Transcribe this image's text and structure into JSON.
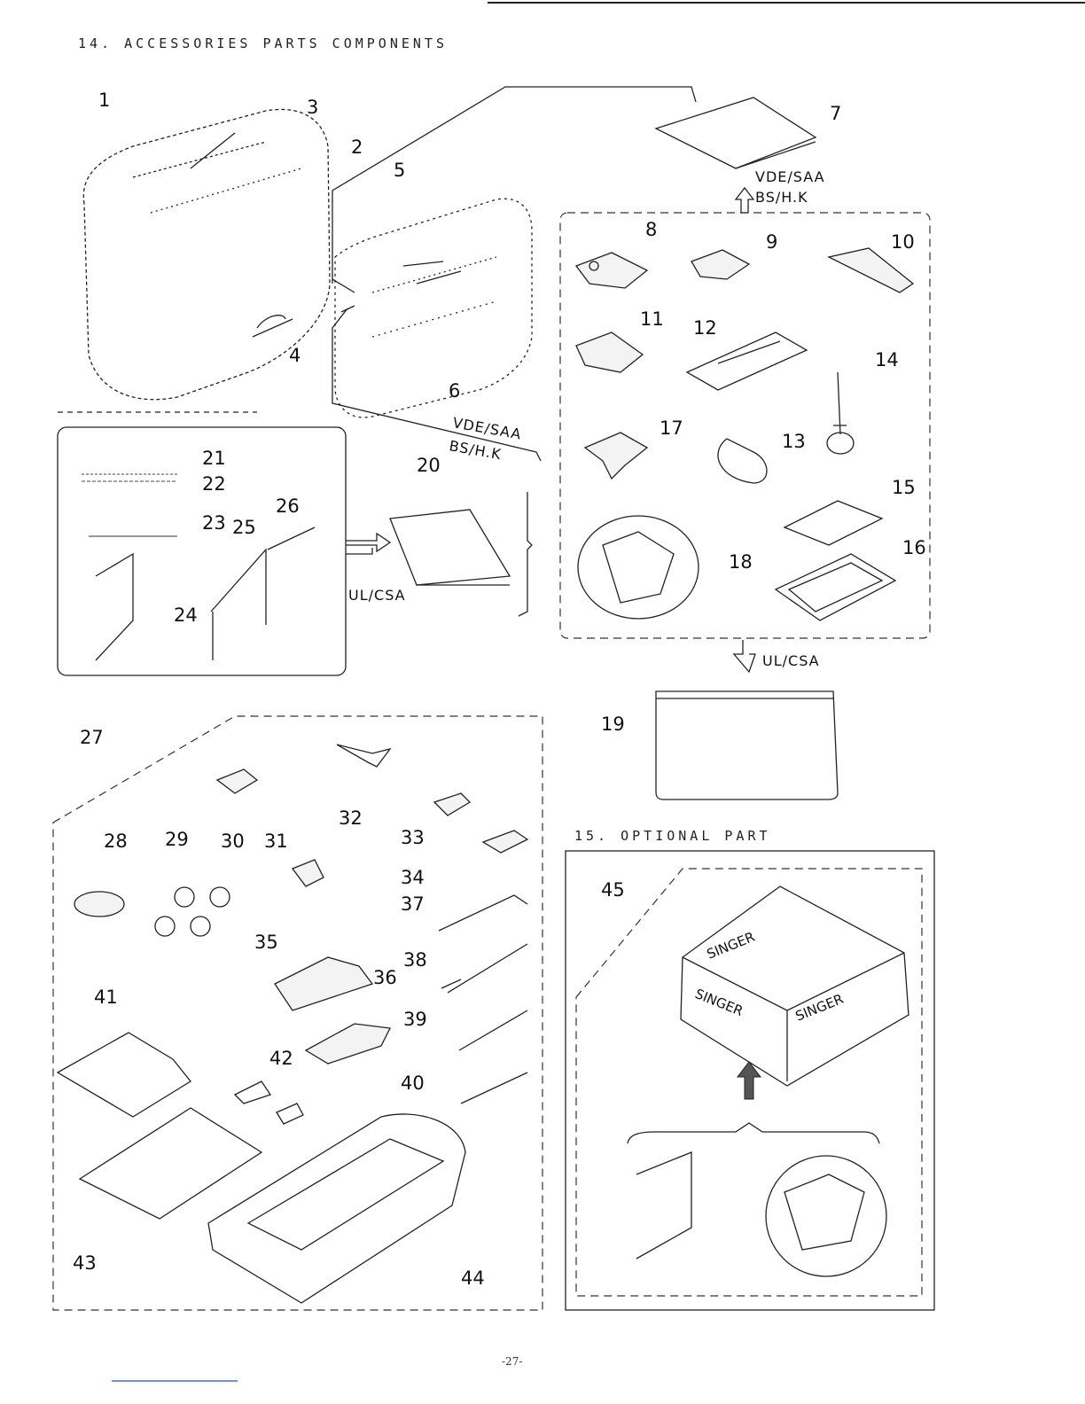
{
  "headings": {
    "section_14": "14. ACCESSORIES PARTS COMPONENTS",
    "section_15": "15. OPTIONAL PART"
  },
  "cert_labels": {
    "vde_saa_top": "VDE/SAA",
    "bs_hk_top": "BS/H.K",
    "vde_saa_mid": "VDE/SAA",
    "bs_hk_mid": "BS/H.K",
    "ul_csa_mid": "UL/CSA",
    "ul_csa_bottom": "UL/CSA"
  },
  "box_brand": {
    "top": "SINGER",
    "left": "SINGER",
    "right": "SINGER"
  },
  "part_numbers": {
    "p1": "1",
    "p2": "2",
    "p3": "3",
    "p4": "4",
    "p5": "5",
    "p6": "6",
    "p7": "7",
    "p8": "8",
    "p9": "9",
    "p10": "10",
    "p11": "11",
    "p12": "12",
    "p13": "13",
    "p14": "14",
    "p15": "15",
    "p16": "16",
    "p17": "17",
    "p18": "18",
    "p19": "19",
    "p20": "20",
    "p21": "21",
    "p22": "22",
    "p23": "23",
    "p24": "24",
    "p25": "25",
    "p26": "26",
    "p27": "27",
    "p28": "28",
    "p29": "29",
    "p30": "30",
    "p31": "31",
    "p32": "32",
    "p33": "33",
    "p34": "34",
    "p35": "35",
    "p36": "36",
    "p37": "37",
    "p38": "38",
    "p39": "39",
    "p40": "40",
    "p41": "41",
    "p42": "42",
    "p43": "43",
    "p44": "44",
    "p45": "45"
  },
  "footer": {
    "page_number": "-27-"
  }
}
